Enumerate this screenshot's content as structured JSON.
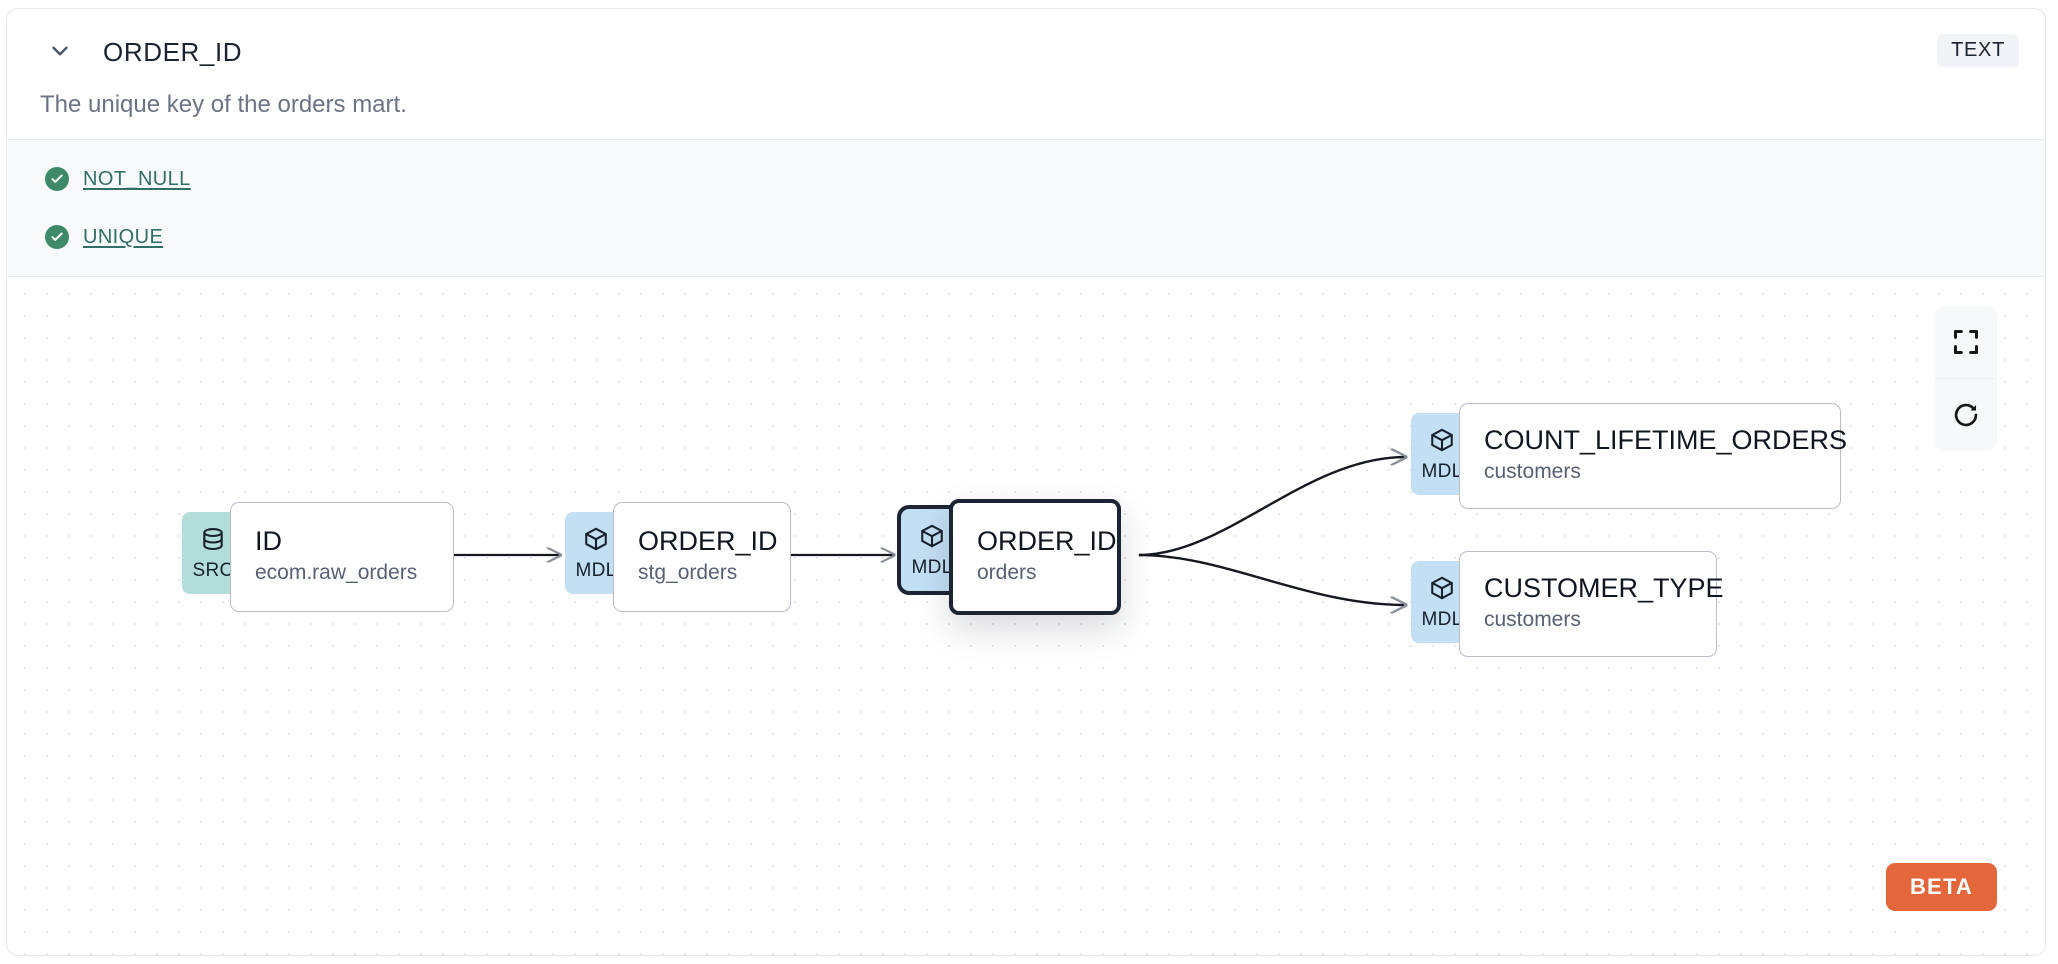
{
  "header": {
    "chevron_icon": "chevron-down-icon",
    "column_name": "ORDER_ID",
    "type_badge": "TEXT",
    "description": "The unique key of the orders mart."
  },
  "tests": [
    {
      "icon": "check-circle-icon",
      "label": "NOT_NULL"
    },
    {
      "icon": "check-circle-icon",
      "label": "UNIQUE"
    }
  ],
  "lineage": {
    "nodes": [
      {
        "id": "src-id",
        "badge_kind": "SRC",
        "badge_icon": "database-icon",
        "name": "ID",
        "subtitle": "ecom.raw_orders",
        "selected": false
      },
      {
        "id": "mdl-stg-orders",
        "badge_kind": "MDL",
        "badge_icon": "cube-icon",
        "name": "ORDER_ID",
        "subtitle": "stg_orders",
        "selected": false
      },
      {
        "id": "mdl-orders",
        "badge_kind": "MDL",
        "badge_icon": "cube-icon",
        "name": "ORDER_ID",
        "subtitle": "orders",
        "selected": true
      },
      {
        "id": "mdl-count-lifetime-orders",
        "badge_kind": "MDL",
        "badge_icon": "cube-icon",
        "name": "COUNT_LIFETIME_ORDERS",
        "subtitle": "customers",
        "selected": false
      },
      {
        "id": "mdl-customer-type",
        "badge_kind": "MDL",
        "badge_icon": "cube-icon",
        "name": "CUSTOMER_TYPE",
        "subtitle": "customers",
        "selected": false
      }
    ],
    "edges": [
      {
        "from": "src-id",
        "to": "mdl-stg-orders"
      },
      {
        "from": "mdl-stg-orders",
        "to": "mdl-orders"
      },
      {
        "from": "mdl-orders",
        "to": "mdl-count-lifetime-orders"
      },
      {
        "from": "mdl-orders",
        "to": "mdl-customer-type"
      }
    ],
    "controls": [
      {
        "icon": "fullscreen-icon",
        "name": "fullscreen-button"
      },
      {
        "icon": "refresh-icon",
        "name": "refresh-button"
      }
    ],
    "beta_label": "BETA"
  },
  "colors": {
    "badge_src": "#b3ddd9",
    "badge_mdl": "#c3dff4",
    "test_pass": "#3e8a68",
    "test_link": "#2f6f66",
    "beta": "#e4673c",
    "node_selected": "#1d2433"
  }
}
